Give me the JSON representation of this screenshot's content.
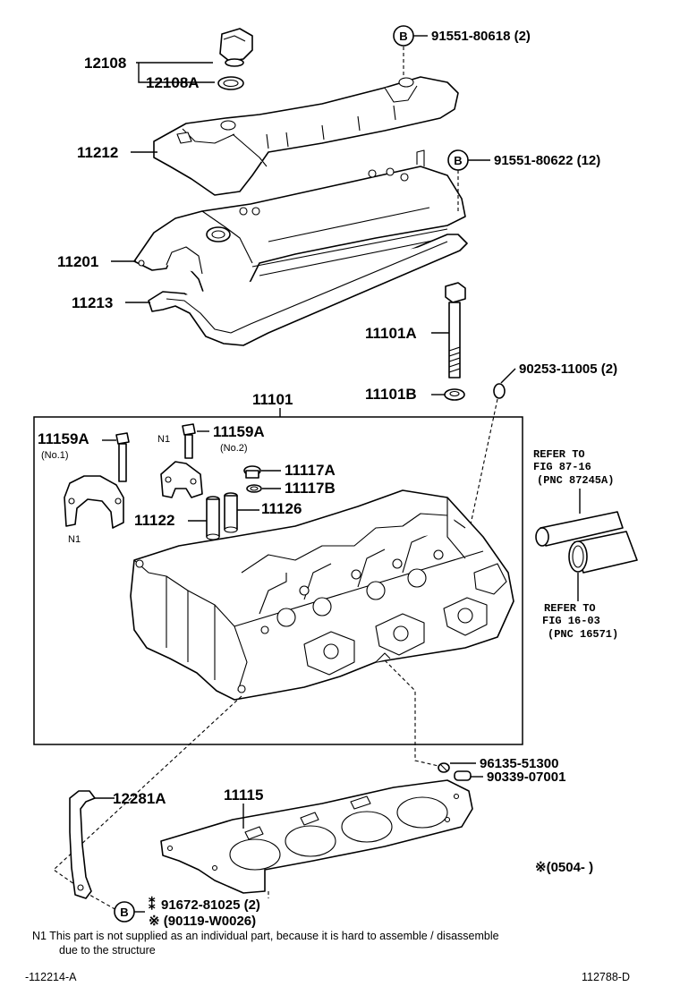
{
  "labels": {
    "oil_cap": "12108",
    "oil_cap_gasket": "12108A",
    "cover_upper": "11212",
    "cover_head": "11201",
    "cover_gasket": "11213",
    "bolt_top": "91551-80618 (2)",
    "bolt_mid": "91551-80622 (12)",
    "head_bolt": "11101A",
    "head_washer": "11101B",
    "pin_right": "90253-11005 (2)",
    "head_assy": "11101",
    "cam_bolt_1": "11159A",
    "cam_bolt_1_note": "(No.1)",
    "cam_bolt_2": "11159A",
    "cam_bolt_2_note": "(No.2)",
    "plug_a": "11117A",
    "plug_b": "11117B",
    "guide_a": "11122",
    "guide_b": "11126",
    "n1_a": "N1",
    "n1_b": "N1",
    "pin_lower": "96135-51300",
    "plug_lower": "90339-07001",
    "head_gasket": "11115",
    "hook": "12281A",
    "bolt_lower": "91672-81025 (2)",
    "bolt_lower_prefix": "⁑",
    "bolt_lower_alt": "※ (90119-W0026)",
    "date_range": "※(0504-       )"
  },
  "refers": [
    {
      "line1": "REFER TO",
      "line2": "FIG 87-16",
      "line3": "(PNC 87245A)"
    },
    {
      "line1": "REFER TO",
      "line2": "FIG 16-03",
      "line3": "(PNC 16571)"
    }
  ],
  "badge_letter": "B",
  "note": {
    "line1": "N1  This part is not supplied as an individual part, because it is hard to assemble / disassemble",
    "line2": "due to the structure"
  },
  "footer": {
    "left": "-112214-A",
    "right": "112788-D"
  }
}
